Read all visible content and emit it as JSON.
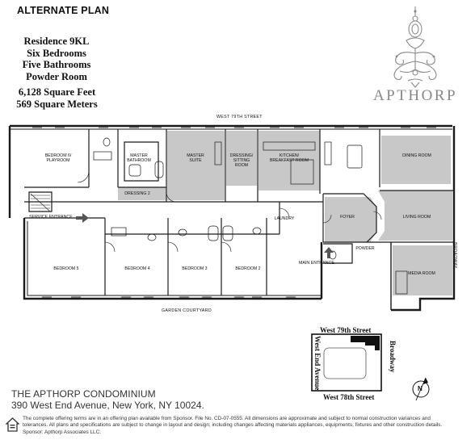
{
  "header": {
    "plan_title": "ALTERNATE PLAN",
    "residence": "Residence 9KL",
    "bedrooms": "Six Bedrooms",
    "bathrooms": "Five Bathrooms",
    "powder": "Powder Room",
    "square_feet": "6,128 Square Feet",
    "square_meters": "569 Square Meters"
  },
  "logo": {
    "text": "APTHORP"
  },
  "plan": {
    "streets": {
      "north": "WEST 79TH STREET",
      "east": "BROADWAY",
      "south": "GARDEN COURTYARD"
    },
    "entrances": {
      "service": "SERVICE ENTRANCE",
      "main": "MAIN ENTRANCE"
    },
    "rooms": {
      "bedroom6": [
        "BEDROOM 6/",
        "PLAYROOM"
      ],
      "master_bath": [
        "MASTER",
        "BATHROOM"
      ],
      "master_suite": [
        "MASTER",
        "SUITE"
      ],
      "dressing_sitting": [
        "DRESSING/",
        "SITTING",
        "ROOM"
      ],
      "kitchen": [
        "KITCHEN/",
        "BREAKFAST ROOM"
      ],
      "dining": "DINING ROOM",
      "dressing2": "DRESSING 2",
      "laundry": "LAUNDRY",
      "foyer": "FOYER",
      "living": "LIVING ROOM",
      "powder": "POWDER",
      "media": "MEDIA ROOM",
      "bedroom5": "BEDROOM 5",
      "bedroom4": "BEDROOM 4",
      "bedroom3": "BEDROOM 3",
      "bedroom2": "BEDROOM 2"
    }
  },
  "key_map": {
    "north": "West 79th Street",
    "south": "West 78th Street",
    "west": "West End Avenue",
    "east": "Broadway"
  },
  "compass": {
    "label": "N"
  },
  "footer": {
    "condo_name": "THE APTHORP CONDOMINIUM",
    "address": "390 West End Avenue, New York, NY 10024.",
    "disclaimer_1": "The complete offering terms are in an offering plan available from Sponsor. File No. CD-07-0555. All dimensions are approximate and subject to normal construction variances and",
    "disclaimer_2": "tolerances. All plans and specifications are subject to change in layout and design; including changes affecting materials appliances, equipments, fixtures and other construction details.",
    "disclaimer_3": "Sponsor: Apthorp Associates LLC."
  },
  "colors": {
    "highlight_rooms": "#c8c8c8",
    "walls": "#1a1a1a",
    "logo": "#8a8a8a"
  }
}
